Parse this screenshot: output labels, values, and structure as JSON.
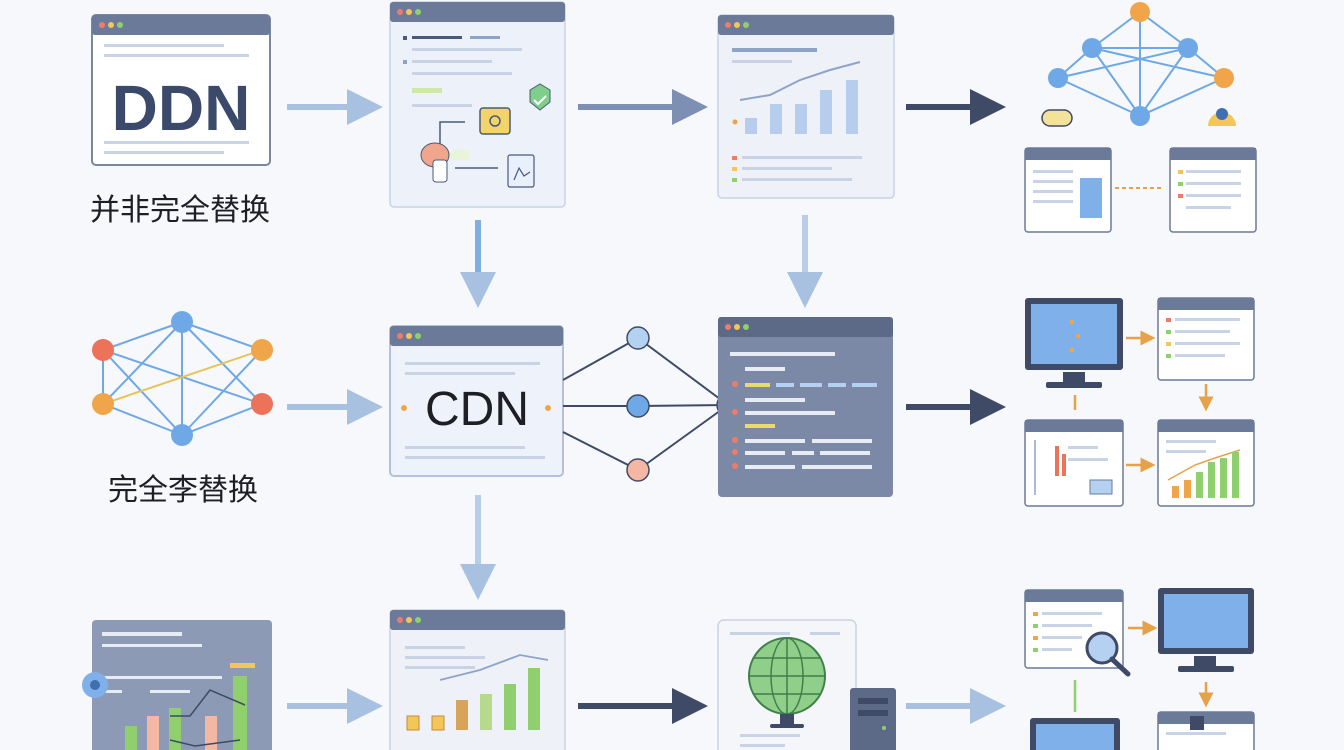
{
  "labels": {
    "ddn_logo": "DDN",
    "ddn_caption": "并非完全替换",
    "cdn_logo": "CDN",
    "cdn_caption": "完全李替换"
  },
  "colors": {
    "frame": "#5f6f8f",
    "frame_light": "#8a97b0",
    "panel": "#ffffff",
    "panel_blue": "#eef3fb",
    "arrow_light": "#a9c1e0",
    "arrow_dark": "#3f4a66",
    "node_blue": "#6fa8e6",
    "node_orange": "#f1a54a",
    "node_red": "#ec7259",
    "green": "#8fcf6d",
    "yellow": "#e9dc6a",
    "text_dark": "#2f3a55"
  }
}
